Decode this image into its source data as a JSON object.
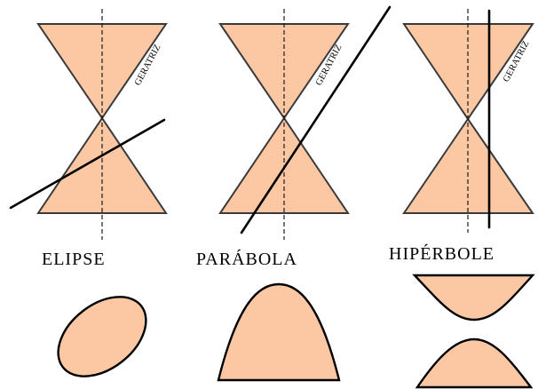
{
  "panels": [
    {
      "name": "elipse",
      "title": "ELIPSE",
      "generatrix_label": "GERATRIZ"
    },
    {
      "name": "parabola",
      "title": "PARÁBOLA",
      "generatrix_label": "GERATRIZ"
    },
    {
      "name": "hiperbole",
      "title": "HIPÉRBOLE",
      "generatrix_label": "GERATRIZ"
    }
  ],
  "colors": {
    "cone_fill": "#fcc8a4",
    "cone_stroke": "#3a3a3a",
    "line": "#000000"
  }
}
